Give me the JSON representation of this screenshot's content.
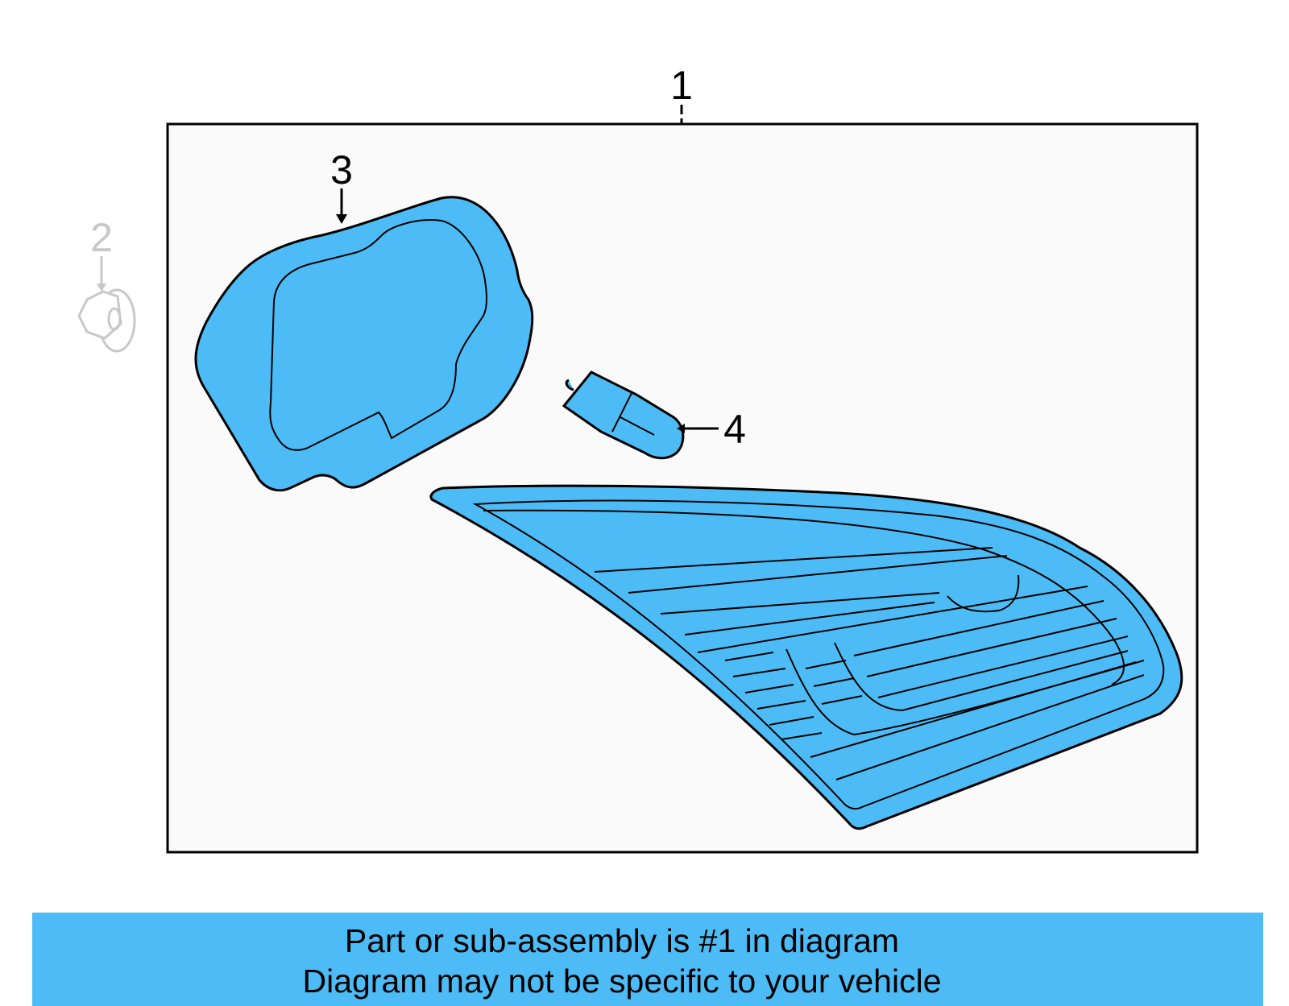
{
  "colors": {
    "part_fill": "#4dbbf5",
    "frame_fill": "#fafafa",
    "outline": "#000000",
    "faded": "#c8c8c8"
  },
  "callouts": {
    "part_1": "1",
    "part_2": "2",
    "part_3": "3",
    "part_4": "4"
  },
  "parts": {
    "assembly_frame": "frame-rectangle",
    "part_2_icon": "nut-icon",
    "part_3_icon": "lamp-socket-gasket-icon",
    "part_4_icon": "bulb-icon",
    "lamp_icon": "tail-lamp-lens-icon"
  },
  "banner": {
    "line1": "Part or sub-assembly is #1 in diagram",
    "line2": "Diagram may not be specific to your vehicle"
  }
}
